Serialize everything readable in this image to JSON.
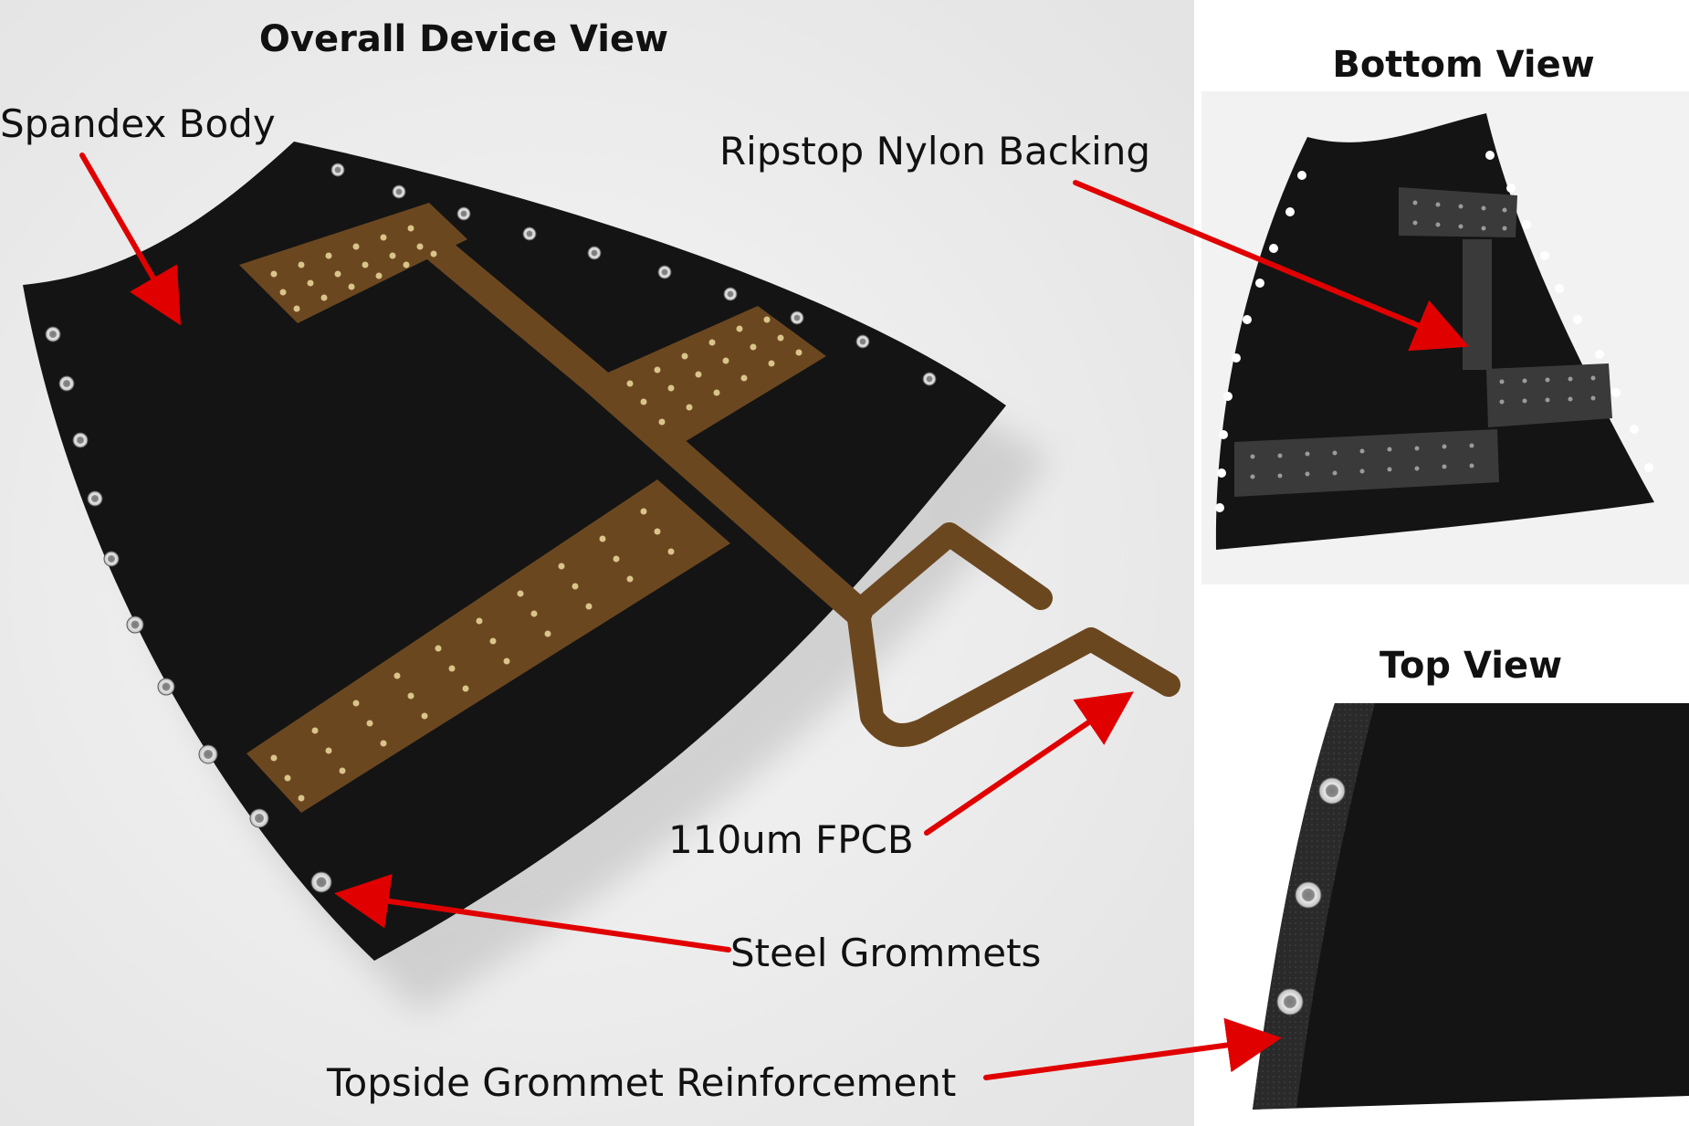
{
  "views": {
    "overall": "Overall Device View",
    "bottom": "Bottom View",
    "top": "Top View"
  },
  "labels": {
    "spandex": "Spandex Body",
    "ripstop": "Ripstop Nylon Backing",
    "fpcb": "110um FPCB",
    "grommets": "Steel Grommets",
    "reinforcement": "Topside Grommet Reinforcement"
  },
  "colors": {
    "fabric": "#141414",
    "fpcb": "#6b4720",
    "pad_dot": "#d9c58a",
    "arrow": "#e10000",
    "nylon_pad": "#3a3a3a",
    "backdrop": "#ebebeb"
  },
  "icons": {
    "grommet": "grommet-icon",
    "arrow": "arrow-icon"
  }
}
